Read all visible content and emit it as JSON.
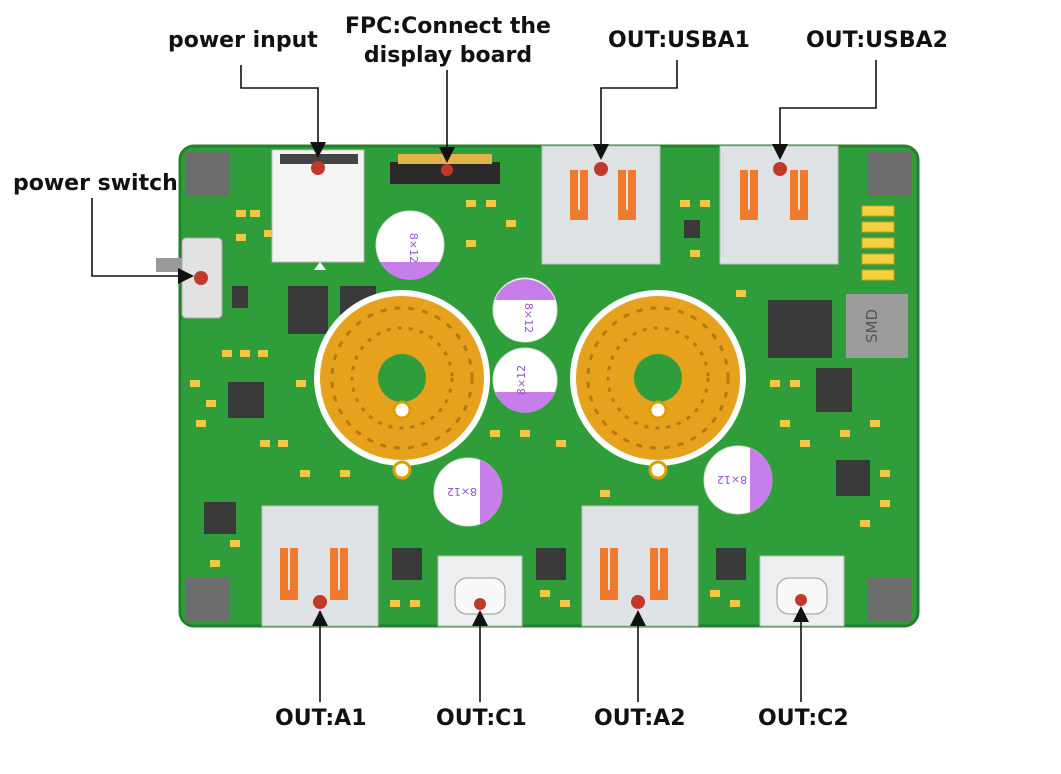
{
  "labels": {
    "power_input": "power input",
    "fpc_line1": "FPC:Connect the",
    "fpc_line2": "display board",
    "usba1": "OUT:USBA1",
    "usba2": "OUT:USBA2",
    "power_switch": "power switch",
    "out_a1": "OUT:A1",
    "out_c1": "OUT:C1",
    "out_a2": "OUT:A2",
    "out_c2": "OUT:C2"
  },
  "board_markings": {
    "cap_label": "8×12",
    "smd_label": "SMD"
  },
  "colors": {
    "pcb": "#2f9e3a",
    "pcb_dark": "#24802d",
    "usb_orange": "#f07a2b",
    "metal": "#d9dcde",
    "marker": "#c0392b",
    "coil": "#e6a21d",
    "cap_purple": "#c77dea"
  }
}
